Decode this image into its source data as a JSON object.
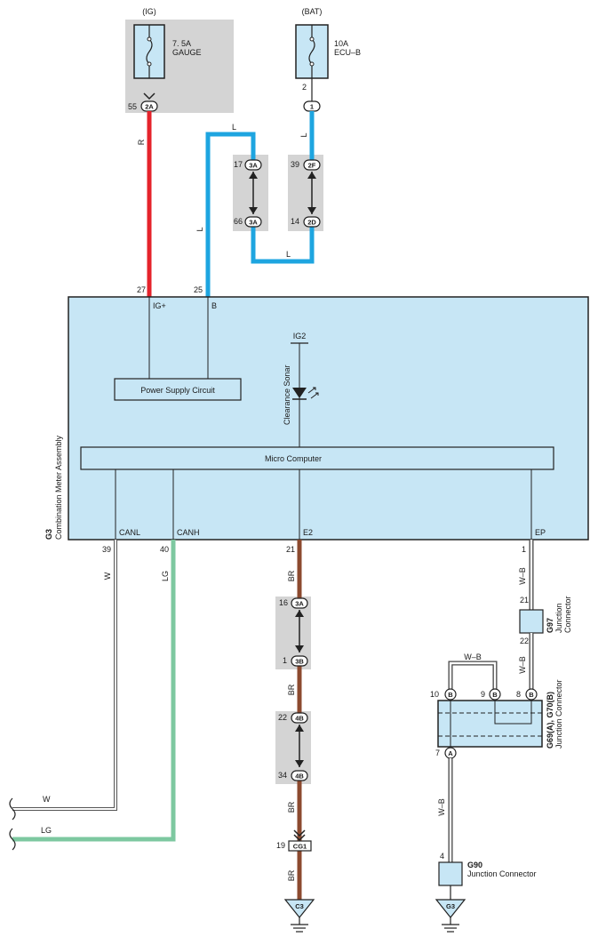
{
  "fuses": {
    "ig": {
      "source": "(IG)",
      "rating": "7. 5A",
      "name": "GAUGE",
      "pin_num": "55",
      "pin_conn": "2A"
    },
    "bat": {
      "source": "(BAT)",
      "rating": "10A",
      "name": "ECU–B",
      "pin_num": "2",
      "pin_conn": "1"
    }
  },
  "wires": {
    "red": "R",
    "blue_top": "L",
    "blue_left": "L",
    "blue_bottom": "L",
    "blue_right": "L",
    "white": "W",
    "lightgreen": "LG",
    "brown_1": "BR",
    "brown_2": "BR",
    "brown_3": "BR",
    "brown_4": "BR",
    "wb_1": "W–B",
    "wb_2": "W–B",
    "wb_loop": "W–B",
    "wb_3": "W–B",
    "white_end": "W",
    "lightgreen_end": "LG"
  },
  "connectors": {
    "c17": {
      "num": "17",
      "id": "3A"
    },
    "c66": {
      "num": "66",
      "id": "3A"
    },
    "c39": {
      "num": "39",
      "id": "2F"
    },
    "c14": {
      "num": "14",
      "id": "2D"
    },
    "c16": {
      "num": "16",
      "id": "3A"
    },
    "c1": {
      "num": "1",
      "id": "3B"
    },
    "c22": {
      "num": "22",
      "id": "4B"
    },
    "c34": {
      "num": "34",
      "id": "4B"
    },
    "cg1": {
      "num": "19",
      "id": "CG1"
    }
  },
  "meter": {
    "code": "G3",
    "name": "Combination Meter Assembly",
    "pins_top": {
      "p27": "27",
      "p25": "25"
    },
    "labels": {
      "ig_plus": "IG+",
      "b": "B",
      "ig2": "IG2",
      "canl": "CANL",
      "canh": "CANH",
      "e2": "E2",
      "ep": "EP"
    },
    "power_supply": "Power Supply Circuit",
    "sonar": "Clearance Sonar",
    "micro": "Micro Computer",
    "pins_bottom": {
      "p39": "39",
      "p40": "40",
      "p21": "21",
      "p1": "1"
    }
  },
  "junctions": {
    "g97": {
      "code": "G97",
      "name_1": "Junction",
      "name_2": "Connector",
      "pin_top": "21",
      "pin_bottom": "22"
    },
    "g69": {
      "code": "G69(A), G70(B)",
      "name": "Junction Connector",
      "pin_10": "10",
      "pin_9": "9",
      "pin_8": "8",
      "pin_7": "7",
      "conn_b": "B",
      "conn_a": "A"
    },
    "g90": {
      "code": "G90",
      "name": "Junction Connector",
      "pin": "4"
    }
  },
  "grounds": {
    "c3": "C3",
    "g3": "G3"
  },
  "colors": {
    "red": "#e5232b",
    "blue": "#1ea5e0",
    "brown": "#8c4a2f",
    "green": "#7dc8a0",
    "box": "#c7e6f5",
    "gray": "#d4d4d4"
  }
}
